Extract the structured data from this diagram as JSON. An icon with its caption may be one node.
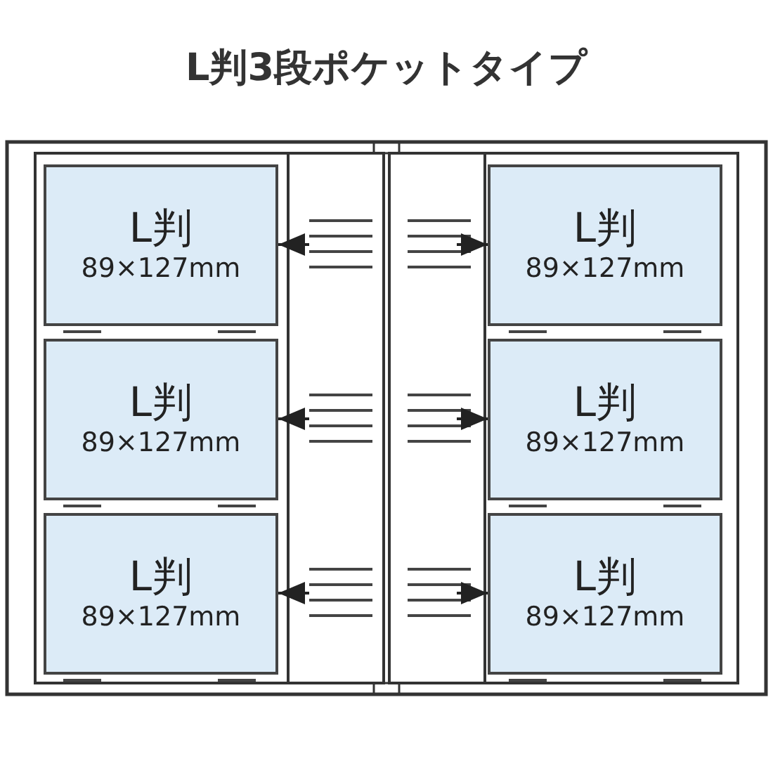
{
  "diagram": {
    "title": "L判3段ポケットタイプ",
    "nodes": [
      {
        "text": [
          "L判",
          "89×127mm"
        ]
      },
      {
        "text": [
          "L判",
          "89×127mm"
        ]
      },
      {
        "text": [
          "L判",
          "89×127mm"
        ]
      },
      {
        "text": [
          "L判",
          "89×127mm"
        ]
      },
      {
        "text": [
          "L判",
          "89×127mm"
        ]
      },
      {
        "text": [
          "L判",
          "89×127mm"
        ]
      }
    ],
    "edges": [
      {
        "from": null,
        "to": 0,
        "arrow": "to"
      },
      {
        "from": null,
        "to": 1,
        "arrow": "to"
      },
      {
        "from": null,
        "to": 2,
        "arrow": "to"
      },
      {
        "from": null,
        "to": 3,
        "arrow": "to"
      },
      {
        "from": null,
        "to": 4,
        "arrow": "to"
      },
      {
        "from": null,
        "to": 5,
        "arrow": "to"
      }
    ]
  }
}
